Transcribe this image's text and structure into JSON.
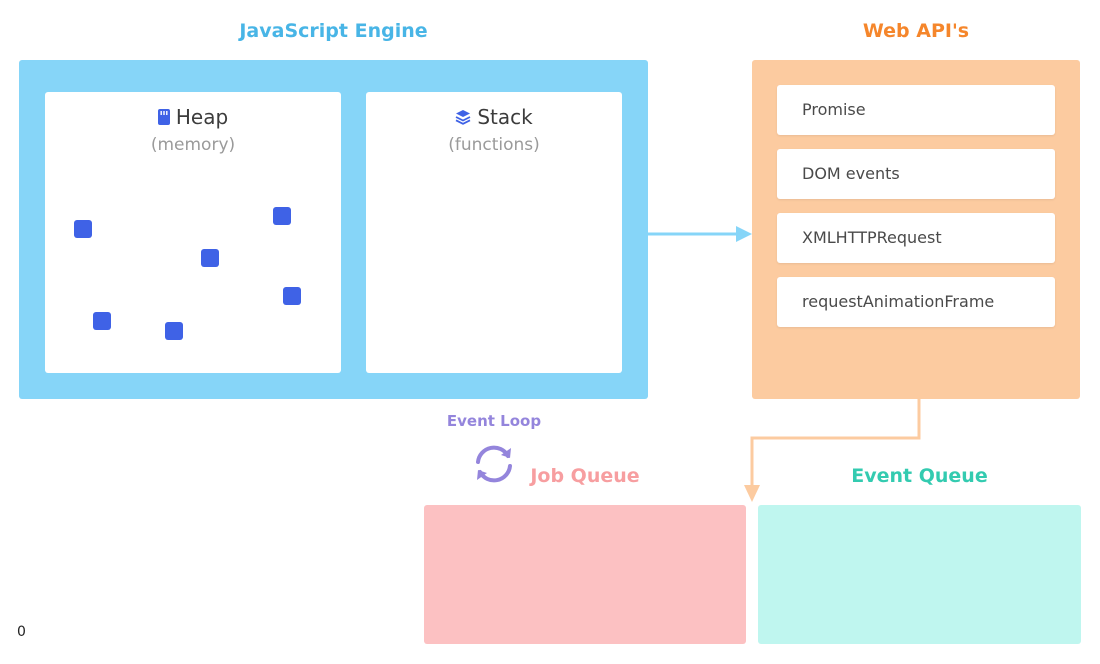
{
  "engine": {
    "title": "JavaScript Engine"
  },
  "heap": {
    "title": "Heap",
    "subtitle": "(memory)"
  },
  "stack": {
    "title": "Stack",
    "subtitle": "(functions)"
  },
  "web_apis": {
    "title": "Web API's",
    "items": [
      "Promise",
      "DOM events",
      "XMLHTTPRequest",
      "requestAnimationFrame"
    ]
  },
  "event_loop": {
    "label": "Event Loop"
  },
  "job_queue": {
    "title": "Job Queue"
  },
  "event_queue": {
    "title": "Event Queue"
  },
  "counter": "0",
  "colors": {
    "engine_title": "#48b5e6",
    "engine_panel": "#86d5f8",
    "webapi_title": "#f5862b",
    "webapi_panel": "#fccba0",
    "heap_object": "#3f62e6",
    "event_loop": "#9485dc",
    "job_queue_title": "#f79ea0",
    "job_queue": "#fcc1c2",
    "event_queue_title": "#33cbb0",
    "event_queue": "#bff6ef"
  }
}
